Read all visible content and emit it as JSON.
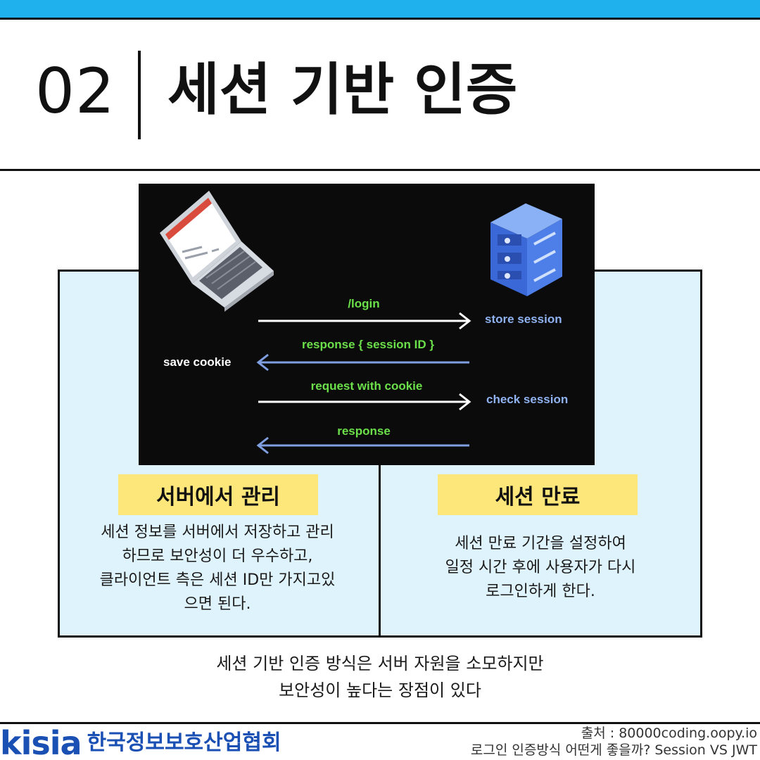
{
  "header": {
    "number": "02",
    "title": "세션 기반 인증"
  },
  "diagram": {
    "arrows": [
      {
        "label": "/login",
        "direction": "right",
        "label_color": "#6be04a"
      },
      {
        "label": "response { session ID }",
        "direction": "left",
        "label_color": "#6be04a"
      },
      {
        "label": "request with cookie",
        "direction": "right",
        "label_color": "#6be04a"
      },
      {
        "label": "response",
        "direction": "left",
        "label_color": "#6be04a"
      }
    ],
    "client_note": "save cookie",
    "server_notes": [
      "store session",
      "check session"
    ],
    "colors": {
      "right_arrow": "#ffffff",
      "left_arrow": "#7f9fe0",
      "server_text": "#8fb2f0"
    },
    "icons": [
      "laptop-icon",
      "server-stack-icon"
    ]
  },
  "left_box": {
    "title": "서버에서 관리",
    "lines": [
      "세션 정보를 서버에서 저장하고 관리",
      "하므로 보안성이 더 우수하고,",
      "클라이언트 측은 세션 ID만 가지고있",
      "으면 된다."
    ]
  },
  "right_box": {
    "title": "세션 만료",
    "lines": [
      "세션 만료 기간을 설정하여",
      "일정 시간 후에 사용자가 다시",
      "로그인하게 한다."
    ]
  },
  "summary": {
    "lines": [
      "세션 기반 인증 방식은 서버 자원을 소모하지만",
      "보안성이 높다는 장점이 있다"
    ]
  },
  "footer": {
    "logo_mark": "kisia",
    "org_name": "한국정보보호산업협회",
    "source_lines": [
      "출처 : 80000coding.oopy.io",
      "로그인 인증방식 어떤게 좋을까? Session VS JWT"
    ]
  },
  "colors": {
    "accent": "#1fb0ee",
    "panel": "#dff3fc",
    "highlight": "#fde77a",
    "brand": "#1a4fb3"
  }
}
